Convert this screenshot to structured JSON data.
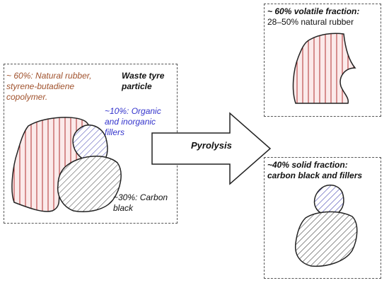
{
  "left_box": {
    "title": "Waste tyre\nparticle",
    "label_rubber": "~ 60%: Natural rubber,\nstyrene-butadiene\ncopolymer.",
    "label_fillers": "~10%: Organic\nand inorganic\nfillers",
    "label_carbon": "~30%: Carbon\nblack"
  },
  "process": {
    "label": "Pyrolysis"
  },
  "top_right_box": {
    "title": "~ 60% volatile fraction:",
    "subtitle": "28–50% natural rubber"
  },
  "bottom_right_box": {
    "title": "~40% solid fraction:\ncarbon black and fillers"
  },
  "colors": {
    "rubber_text": "#a0522d",
    "fillers_text": "#3333cc",
    "rubber_hatch": "#b03030",
    "fillers_hatch": "#3333aa",
    "carbon_hatch": "#333333",
    "rubber_fill": "#fbeaea"
  }
}
